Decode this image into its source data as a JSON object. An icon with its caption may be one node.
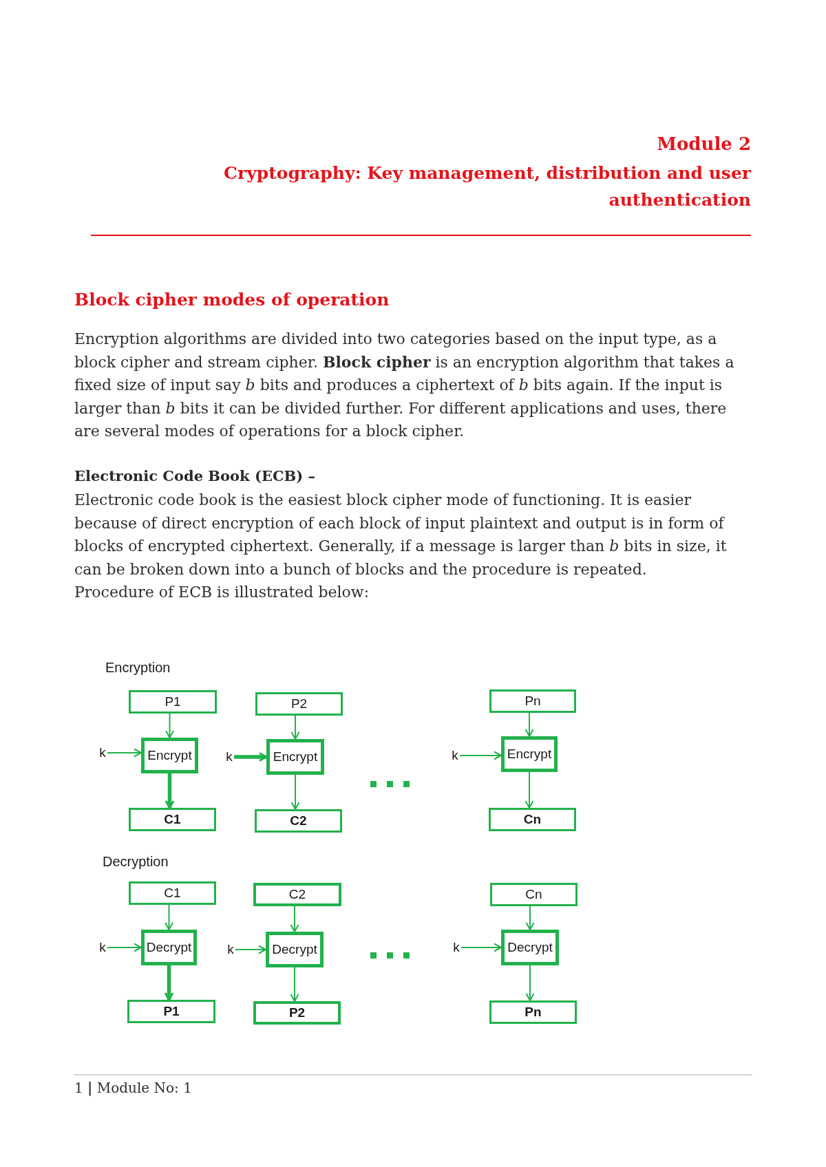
{
  "diagram": {
    "nodes": [
      {
        "text": [
          "P1"
        ]
      },
      {
        "text": [
          "P2"
        ]
      },
      {
        "text": [
          "Pn"
        ]
      },
      {
        "text": [
          "k"
        ]
      },
      {
        "text": [
          "Encrypt"
        ]
      },
      {
        "text": [
          "k"
        ]
      },
      {
        "text": [
          "Encrypt"
        ]
      },
      {
        "text": [
          "k"
        ]
      },
      {
        "text": [
          "Encrypt"
        ]
      },
      {
        "text": [
          "C1"
        ]
      },
      {
        "text": [
          "C2"
        ]
      },
      {
        "text": [
          "Cn"
        ]
      },
      {
        "text": [
          "C1"
        ]
      },
      {
        "text": [
          "C2"
        ]
      },
      {
        "text": [
          "Cn"
        ]
      },
      {
        "text": [
          "k"
        ]
      },
      {
        "text": [
          "Decrypt"
        ]
      },
      {
        "text": [
          "k"
        ]
      },
      {
        "text": [
          "Decrypt"
        ]
      },
      {
        "text": [
          "k"
        ]
      },
      {
        "text": [
          "Decrypt"
        ]
      },
      {
        "text": [
          "P1"
        ]
      },
      {
        "text": [
          "P2"
        ]
      },
      {
        "text": [
          "Pn"
        ]
      }
    ],
    "edges": [
      {
        "from": 0,
        "to": 4,
        "arrow": "to"
      },
      {
        "from": 3,
        "to": 4,
        "arrow": "to"
      },
      {
        "from": 4,
        "to": 9,
        "arrow": "to",
        "style": "thick"
      },
      {
        "from": 1,
        "to": 6,
        "arrow": "to"
      },
      {
        "from": 5,
        "to": 6,
        "arrow": "to",
        "style": "thick"
      },
      {
        "from": 6,
        "to": 10,
        "arrow": "to"
      },
      {
        "from": 2,
        "to": 8,
        "arrow": "to"
      },
      {
        "from": 7,
        "to": 8,
        "arrow": "to"
      },
      {
        "from": 8,
        "to": 11,
        "arrow": "to"
      },
      {
        "from": 12,
        "to": 16,
        "arrow": "to"
      },
      {
        "from": 15,
        "to": 16,
        "arrow": "to"
      },
      {
        "from": 16,
        "to": 21,
        "arrow": "to",
        "style": "thick"
      },
      {
        "from": 13,
        "to": 18,
        "arrow": "to"
      },
      {
        "from": 17,
        "to": 18,
        "arrow": "to"
      },
      {
        "from": 18,
        "to": 22,
        "arrow": "to"
      },
      {
        "from": 14,
        "to": 20,
        "arrow": "to"
      },
      {
        "from": 19,
        "to": 20,
        "arrow": "to"
      },
      {
        "from": 20,
        "to": 23,
        "arrow": "to"
      }
    ],
    "labels": [
      "Module 2",
      "Cryptography: Key management, distribution and user authentication",
      "Block cipher modes of operation",
      "Encryption algorithms are divided into two categories based on the input type, as a block cipher and stream cipher. **Block cipher** is an encryption algorithm that takes a fixed size of input say *b* bits and produces a ciphertext of *b* bits again. If the input is larger than *b* bits it can be divided further. For different applications and uses, there are several modes of operations for a block cipher.",
      "Electronic Code Book (ECB) –",
      "Electronic code book is the easiest block cipher mode of functioning. It is easier because of direct encryption of each block of input plaintext and output is in form of blocks of encrypted ciphertext. Generally, if a message is larger than *b* bits in size, it can be broken down into a bunch of blocks and the procedure is repeated.",
      "Procedure of ECB is illustrated below:",
      "Encryption",
      "Decryption",
      "1 **|** Module No: 1"
    ]
  }
}
